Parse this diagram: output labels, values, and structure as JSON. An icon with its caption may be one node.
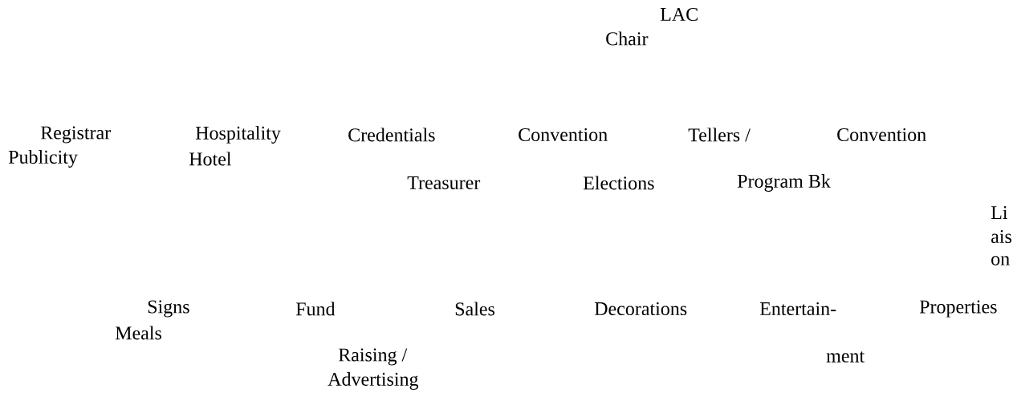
{
  "diagram": {
    "labels": [
      "LAC",
      "Chair",
      "Registrar",
      "Hospitality",
      "Credentials",
      "Convention",
      "Tellers /",
      "Convention",
      "Publicity",
      "Hotel",
      "Treasurer",
      "Elections",
      "Program Bk",
      "Li",
      "ais",
      "on",
      "Signs",
      "Fund",
      "Sales",
      "Decorations",
      "Entertain-",
      "Properties",
      "Meals",
      "Raising /",
      "ment",
      "Advertising"
    ]
  }
}
